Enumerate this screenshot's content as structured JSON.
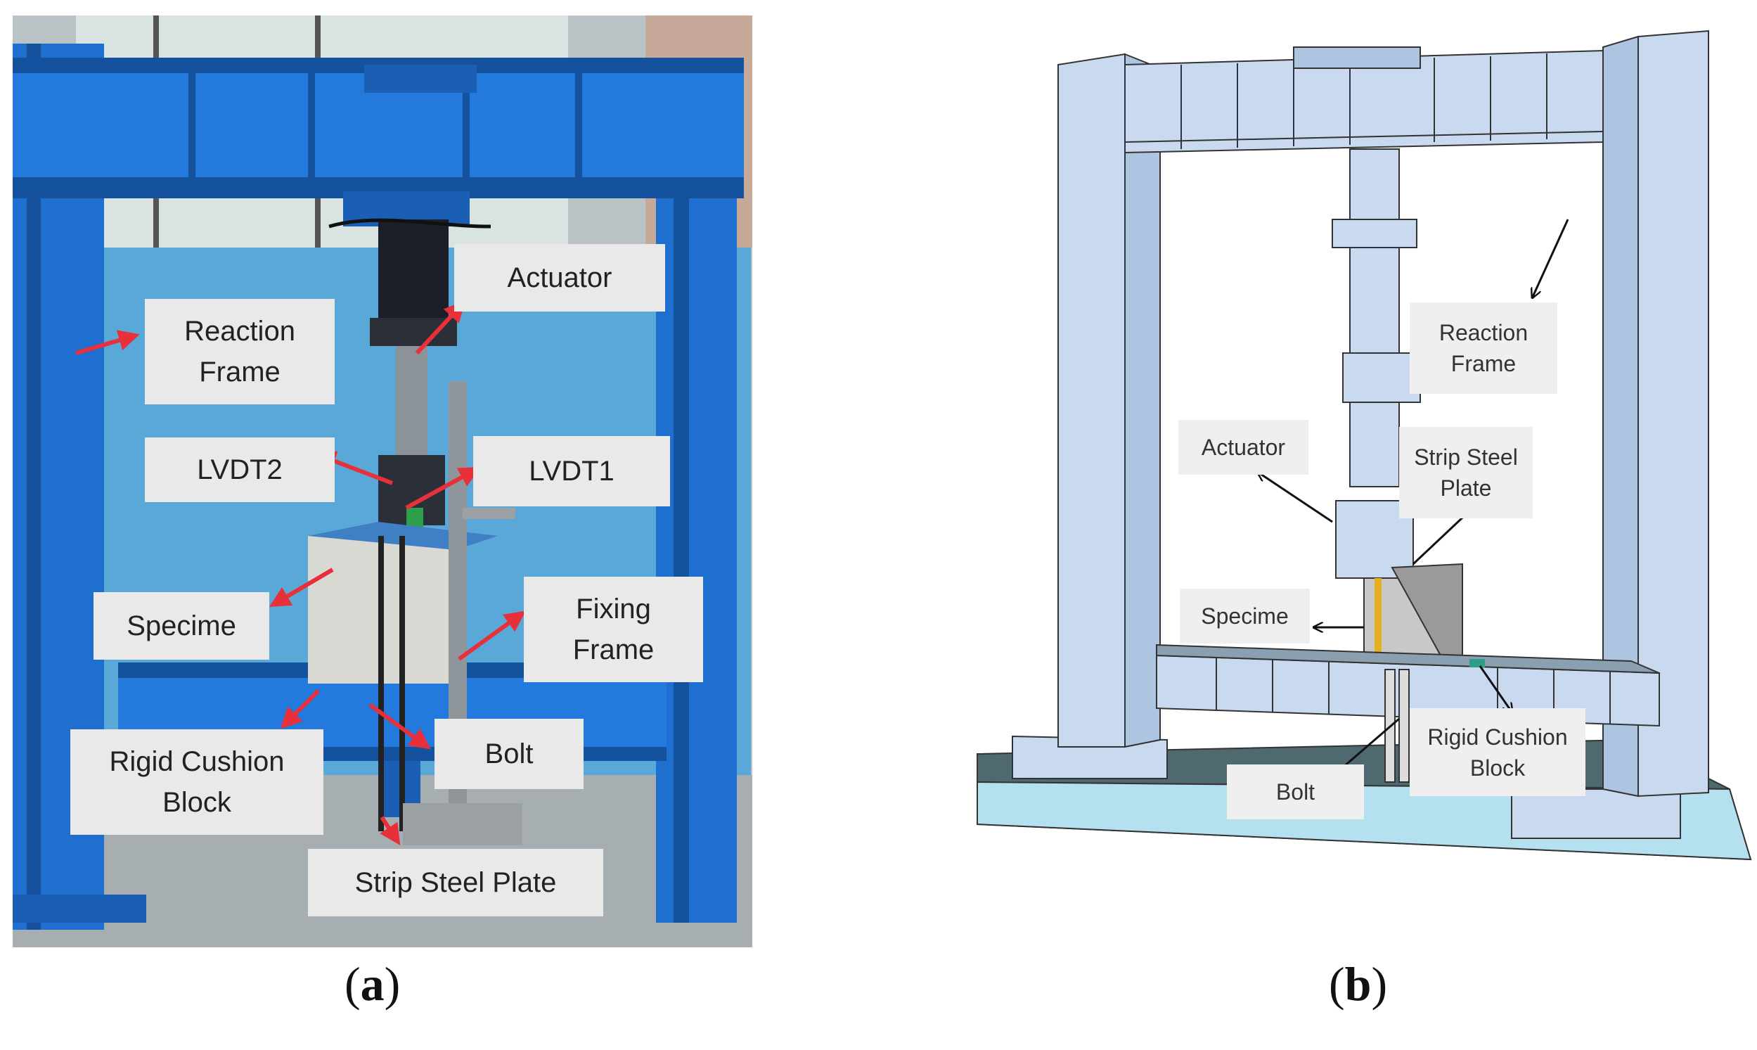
{
  "figure": {
    "panel_a": {
      "caption": "a",
      "labels": {
        "actuator": "Actuator",
        "reaction_frame": "Reaction\nFrame",
        "lvdt2": "LVDT2",
        "lvdt1": "LVDT1",
        "specime": "Specime",
        "fixing_frame": "Fixing\nFrame",
        "rigid_cushion_block": "Rigid Cushion\nBlock",
        "bolt": "Bolt",
        "strip_steel_plate": "Strip Steel Plate"
      }
    },
    "panel_b": {
      "caption": "b",
      "labels": {
        "reaction_frame": "Reaction\nFrame",
        "actuator": "Actuator",
        "strip_steel_plate": "Strip Steel\nPlate",
        "specime": "Specime",
        "rigid_cushion_block": "Rigid Cushion\nBlock",
        "bolt": "Bolt"
      }
    }
  },
  "colors": {
    "frame_blue": "#1f6fd0",
    "frame_blue_dark": "#15529e",
    "arrow_red": "#e8303a",
    "model_steel": "#c9daf0",
    "model_base": "#bfe6f5",
    "label_bg": "#e9e9e9"
  }
}
